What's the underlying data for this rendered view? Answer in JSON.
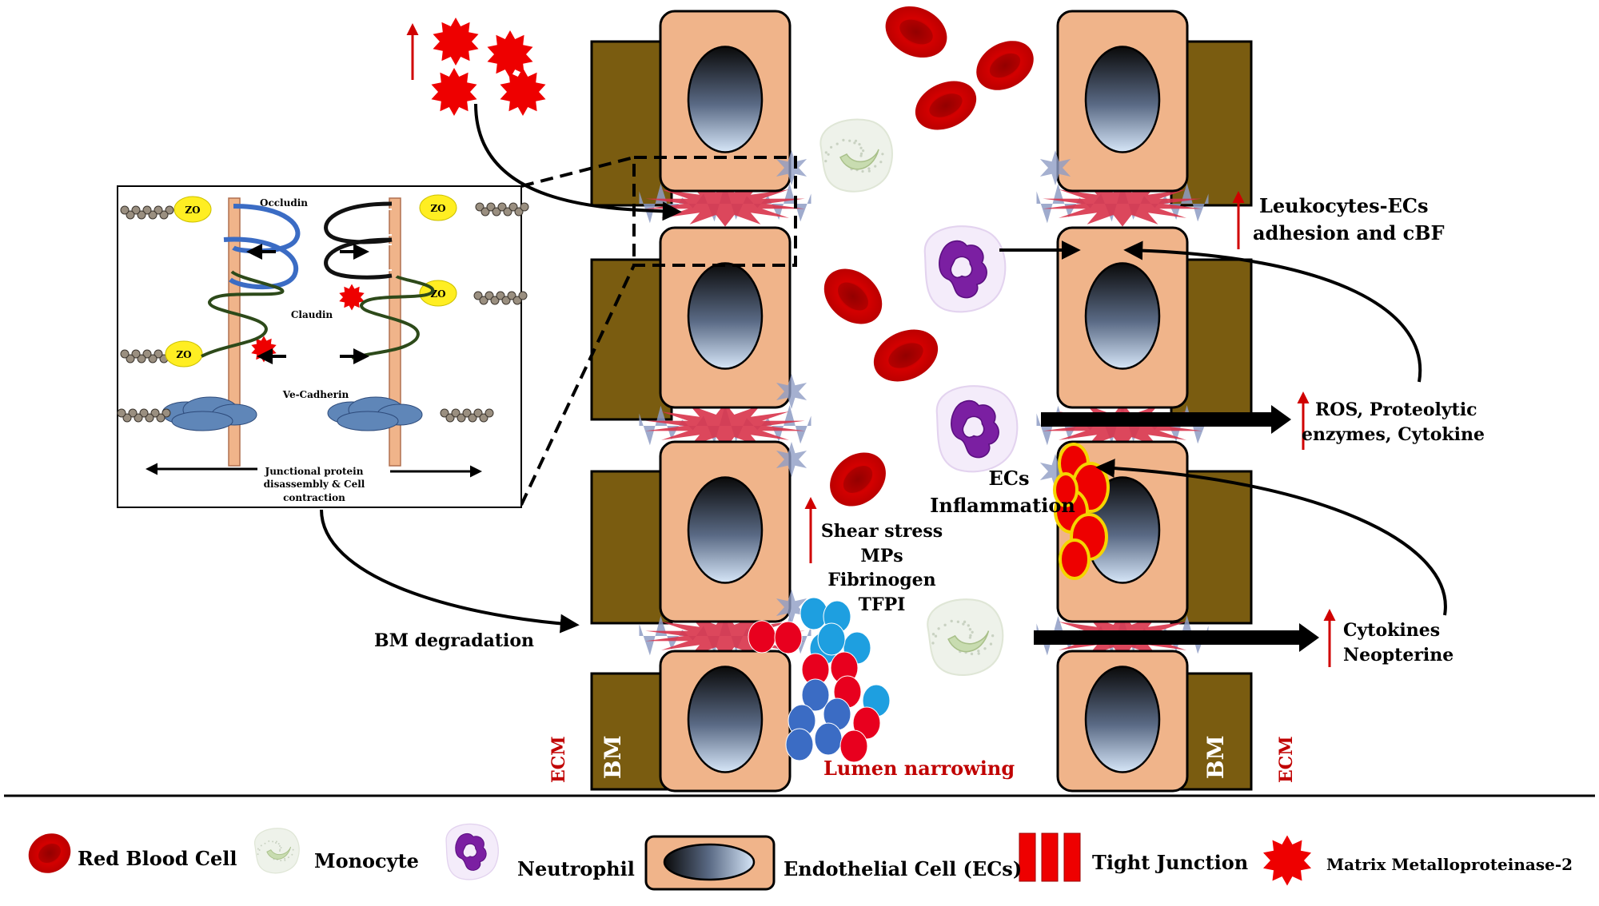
{
  "colors": {
    "cell_fill": "#f0b48a",
    "bm_fill": "#7a5c10",
    "rbc": "#cc0000",
    "mmp": "#ee0000",
    "neutrophil": "#7b1fa2",
    "monocyte_fill": "#eef2ea",
    "label_red": "#c00000",
    "blue_light": "#1e9fe0",
    "blue_dark": "#3b6cc4"
  },
  "inset": {
    "occludin": "Occludin",
    "claudin": "Claudin",
    "ve_cadherin": "Ve-Cadherin",
    "zo": "ZO",
    "caption_line1": "Junctional protein",
    "caption_line2": "disassembly & Cell",
    "caption_line3": "contraction"
  },
  "labels": {
    "bm_degradation": "BM degradation",
    "lumen_narrowing": "Lumen narrowing",
    "ecm": "ECM",
    "bm": "BM",
    "ecs_line1": "ECs",
    "ecs_line2": "Inflammation",
    "shear_list": [
      "Shear stress",
      "MPs",
      "Fibrinogen",
      "TFPI"
    ],
    "leuko_line1": "Leukocytes-ECs",
    "leuko_line2": "adhesion  and cBF",
    "ros_line1": "ROS, Proteolytic",
    "ros_line2": "enzymes, Cytokine",
    "cyto_line1": "Cytokines",
    "cyto_line2": "Neopterine"
  },
  "legend": {
    "rbc": "Red Blood Cell",
    "monocyte": "Monocyte",
    "neutrophil": "Neutrophil",
    "endothelial": "Endothelial Cell (ECs)",
    "tight_junction": "Tight Junction",
    "mmp2": "Matrix Metalloproteinase-2"
  }
}
